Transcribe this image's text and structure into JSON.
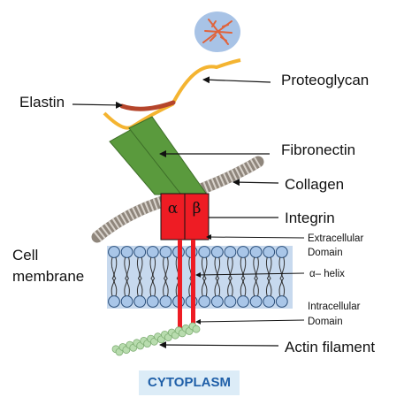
{
  "labels": {
    "proteoglycan": "Proteoglycan",
    "elastin": "Elastin",
    "fibronectin": "Fibronectin",
    "collagen": "Collagen",
    "integrin": "Integrin",
    "extracellular_line1": "Extracellular",
    "extracellular_line2": "Domain",
    "cell_line1": "Cell",
    "cell_line2": "membrane",
    "alpha_helix": "α– helix",
    "intracellular_line1": "Intracellular",
    "intracellular_line2": "Domain",
    "actin": "Actin filament",
    "cytoplasm": "CYTOPLASM"
  },
  "subunits": {
    "alpha": "α",
    "beta": "β"
  },
  "colors": {
    "proteoglycan_core": "#a8c3e6",
    "proteoglycan_branches": "#e0633b",
    "proteoglycan_chain": "#f4b431",
    "elastin": "#b5452b",
    "fibronectin": "#5a9a3d",
    "collagen": "#9a9188",
    "integrin": "#ee1c24",
    "membrane_fill": "#c7d9ee",
    "lipid_head": "#a9c6e8",
    "actin": "#b8dcae",
    "cytoplasm_box": "#dcecf7",
    "cytoplasm_text": "#1f5fa8"
  }
}
